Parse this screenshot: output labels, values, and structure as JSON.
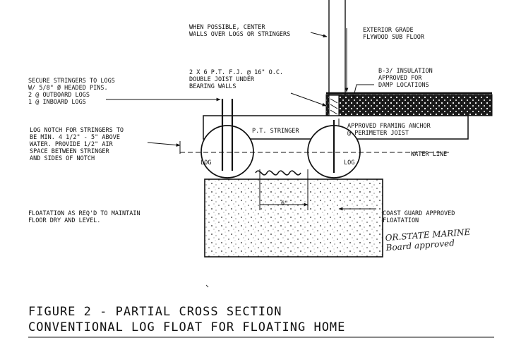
{
  "notes": {
    "center_walls": "WHEN POSSIBLE, CENTER\nWALLS OVER LOGS OR STRINGERS",
    "subfloor": "EXTERIOR GRADE\nFLYWOOD SUB FLOOR",
    "joist": "2 X 6 P.T. F.J. @ 16\" O.C.\nDOUBLE JOIST UNDER\nBEARING WALLS",
    "insulation": "B-3/ INSULATION\nAPPROVED FOR\nDAMP LOCATIONS",
    "secure_stringers": "SECURE STRINGERS TO LOGS\nW/ 5/8\" Ø HEADED PINS.\n2 @ OUTBOARD LOGS\n1 @ INBOARD LOGS",
    "framing_anchor": "APPROVED FRAMING ANCHOR\n@ PERIMETER JOIST",
    "log_notch": "LOG NOTCH FOR STRINGERS TO\nBE MIN. 4 1/2\" - 5\" ABOVE\nWATER. PROVIDE 1/2\" AIR\nSPACE BETWEEN STRINGER\nAND SIDES OF NOTCH",
    "stringer": "P.T. STRINGER",
    "water_line": "WATER LINE",
    "log_left": "LOG",
    "log_right": "LOG",
    "floatation_note": "FLOATATION AS REQ'D TO MAINTAIN\nFLOOR DRY AND LEVEL.",
    "coast_guard": "COAST GUARD APPROVED\nFLOATATION",
    "handwritten": "OR.STATE MARINE\nBoard approved",
    "dim_mark": "6\""
  },
  "caption": {
    "line1": "FIGURE 2 - PARTIAL CROSS SECTION",
    "line2": "CONVENTIONAL LOG FLOAT FOR FLOATING HOME"
  }
}
